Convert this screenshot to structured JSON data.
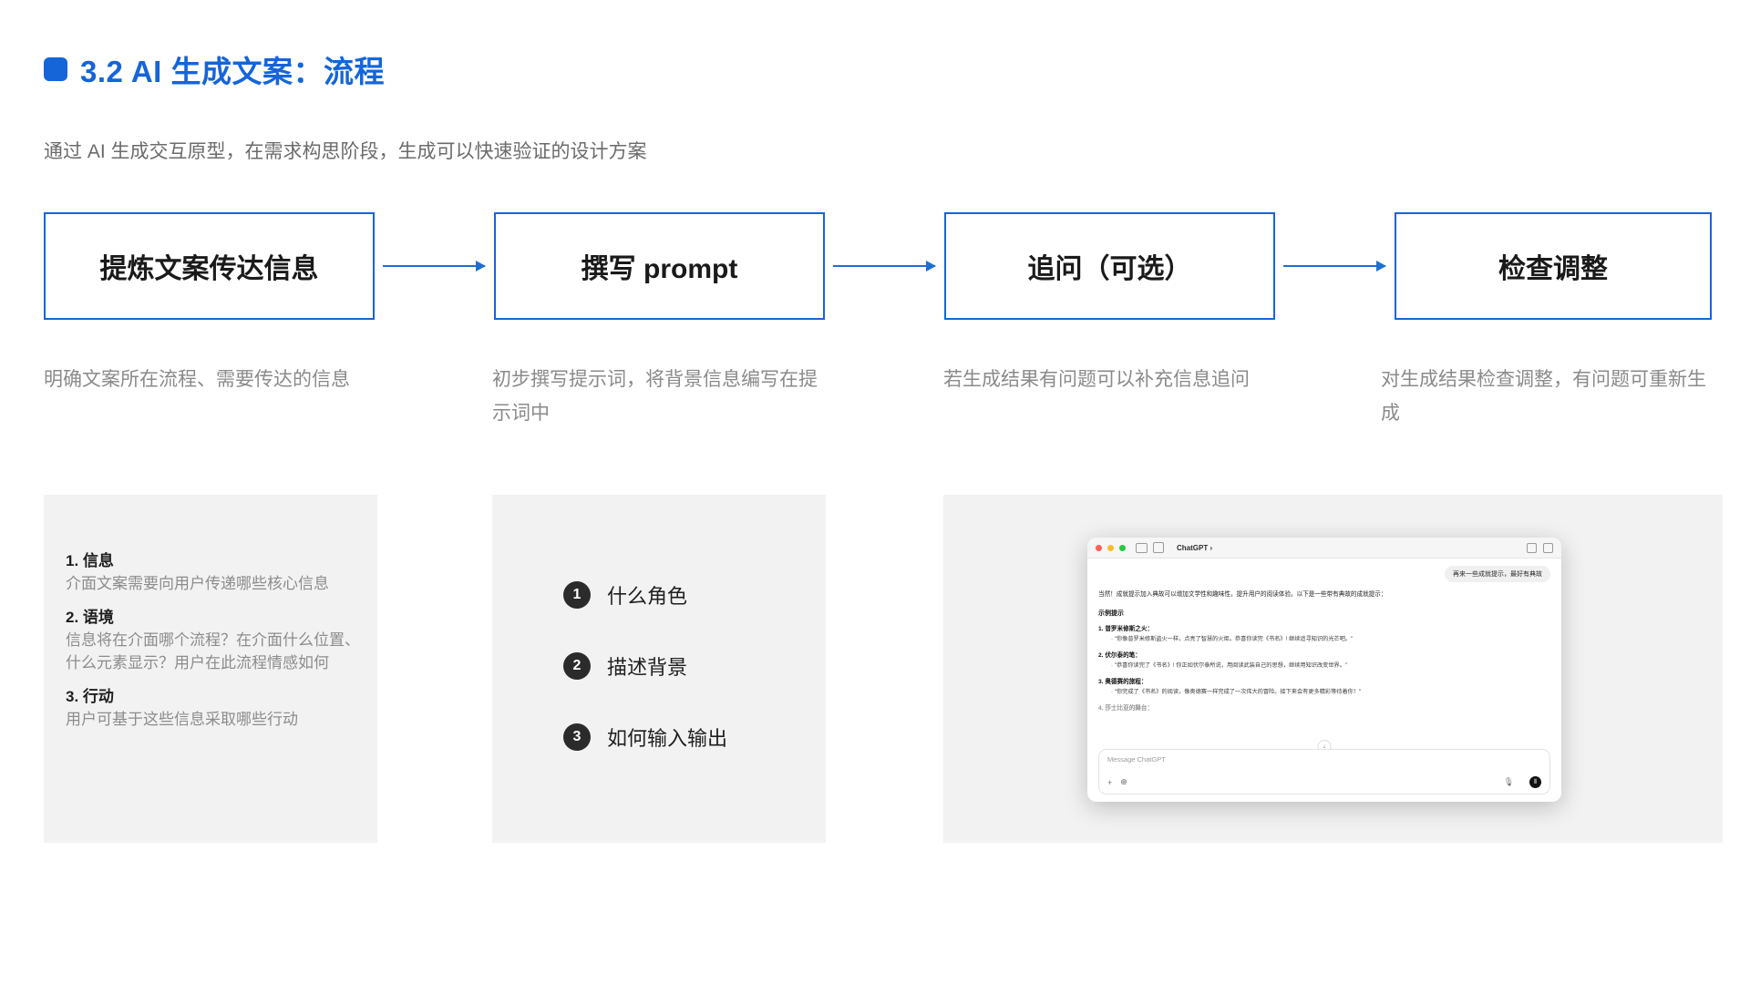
{
  "header": {
    "marker": "square-bullet",
    "title": "3.2 AI 生成文案：流程",
    "subtitle": "通过 AI 生成交互原型，在需求构思阶段，生成可以快速验证的设计方案",
    "accent_color": "#1565d8"
  },
  "flow": {
    "steps": [
      {
        "label": "提炼文案传达信息",
        "desc": "明确文案所在流程、需要传达的信息"
      },
      {
        "label": "撰写 prompt",
        "desc": "初步撰写提示词，将背景信息编写在提示词中"
      },
      {
        "label": "追问（可选）",
        "desc": "若生成结果有问题可以补充信息追问"
      },
      {
        "label": "检查调整",
        "desc": "对生成结果检查调整，有问题可重新生成"
      }
    ],
    "border_color": "#1565d8",
    "arrow_color": "#1f6fd0"
  },
  "panel_one": {
    "items": [
      {
        "term": "1. 信息",
        "def": "介面文案需要向用户传递哪些核心信息"
      },
      {
        "term": "2. 语境",
        "def": "信息将在介面哪个流程？在介面什么位置、什么元素显示？用户在此流程情感如何"
      },
      {
        "term": "3. 行动",
        "def": "用户可基于这些信息采取哪些行动"
      }
    ]
  },
  "panel_two": {
    "items": [
      {
        "num": "1",
        "label": "什么角色"
      },
      {
        "num": "2",
        "label": "描述背景"
      },
      {
        "num": "3",
        "label": "如何输入输出"
      }
    ]
  },
  "chat": {
    "titlebar": {
      "app_name": "ChatGPT ›",
      "traffic_lights": [
        "close",
        "minimize",
        "zoom"
      ],
      "sidebar_icon": "sidebar-icon",
      "compose_icon": "compose-icon",
      "share_icon": "share-icon",
      "window_icon": "new-window-icon"
    },
    "user_message": "再来一些成就提示，最好有典故",
    "assistant_intro": "当然！成就提示加入典故可以增加文学性和趣味性，提升用户的阅读体验。以下是一些带有典故的成就提示：",
    "assistant_heading": "示例提示",
    "assistant_items": [
      {
        "title": "1. 普罗米修斯之火：",
        "quote": "· \"你像普罗米修斯盗火一样，点亮了智慧的火炬。恭喜你读完《书名》! 继续追寻知识的光芒吧。\""
      },
      {
        "title": "2. 伏尔泰的笔：",
        "quote": "· \"恭喜你读完了《书名》! 你正如伏尔泰所说，用阅读武装自己的思想，继续用知识改变世界。\""
      },
      {
        "title": "3. 奥德赛的旅程：",
        "quote": "· \"你完成了《书名》的阅读，像奥德赛一样完成了一次伟大的冒险。接下来会有更多精彩等待着你！\""
      }
    ],
    "assistant_partial": "4. 莎士比亚的舞台：",
    "scroll_down_icon": "↓",
    "composer": {
      "placeholder": "Message ChatGPT",
      "plus_icon": "+",
      "globe_icon": "⊕",
      "mic_icon": "mic-icon",
      "send_icon": "voice-icon"
    }
  }
}
